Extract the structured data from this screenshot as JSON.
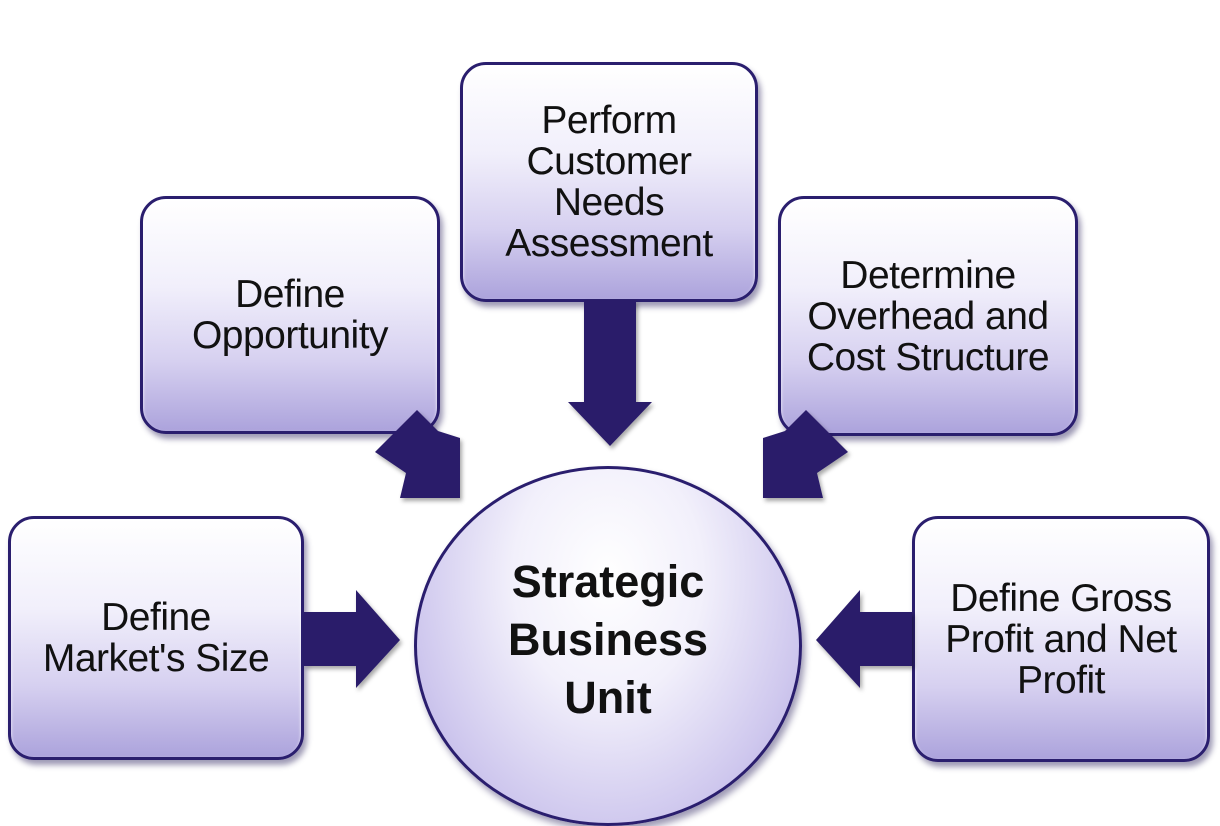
{
  "center": {
    "label": "Strategic\nBusiness\nUnit"
  },
  "nodes": {
    "define_opportunity": "Define\nOpportunity",
    "customer_needs": "Perform\nCustomer\nNeeds\nAssessment",
    "overhead_cost": "Determine\nOverhead  and\nCost Structure",
    "market_size": "Define\nMarket's Size",
    "gross_net_profit": "Define Gross\nProfit and Net\nProfit"
  },
  "colors": {
    "arrow": "#2a1d6b",
    "border": "#2a1e6e",
    "box_top": "#ffffff",
    "box_bottom": "#aca3dc"
  }
}
